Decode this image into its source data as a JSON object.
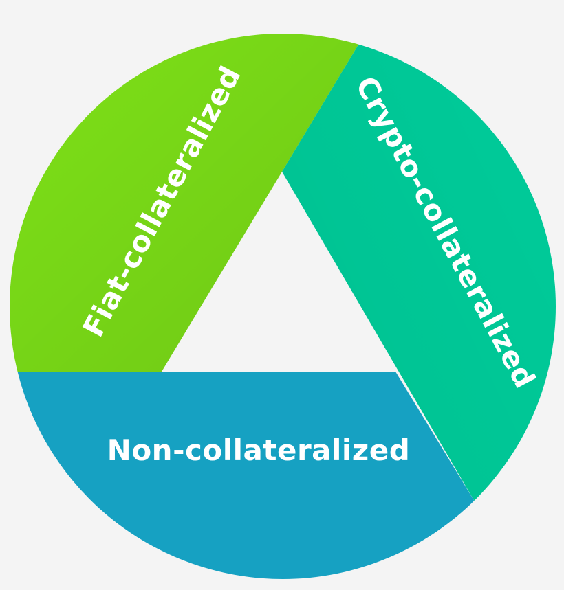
{
  "diagram": {
    "segments": [
      {
        "id": "fiat",
        "label": "Fiat-collateralized",
        "color": "#7ee218"
      },
      {
        "id": "crypto",
        "label": "Crypto-collateralized",
        "color": "#00cc9a"
      },
      {
        "id": "non",
        "label": "Non-collateralized",
        "color": "#16a1c2"
      }
    ],
    "center_color": "#f4f4f4"
  }
}
